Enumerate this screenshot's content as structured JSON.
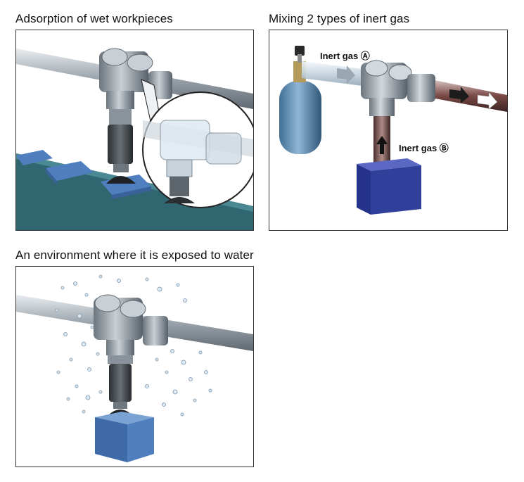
{
  "panels": [
    {
      "id": "p1",
      "title": "Adsorption of wet workpieces"
    },
    {
      "id": "p2",
      "title": "Mixing 2 types of inert gas",
      "labels": {
        "gas_a": "Inert gas Ⓐ",
        "gas_b": "Inert gas Ⓑ"
      }
    },
    {
      "id": "p3",
      "title": "An environment where it is exposed to water"
    }
  ],
  "colors": {
    "metal": "#9aa3ab",
    "metal_dark": "#5f6870",
    "workpiece_blue": "#4f7fbf",
    "conveyor_teal": "#2f6670",
    "tank_blue": "#5d8fb8",
    "box_blue": "#2f3f9a",
    "pipe_brown": "#7a4a46"
  }
}
